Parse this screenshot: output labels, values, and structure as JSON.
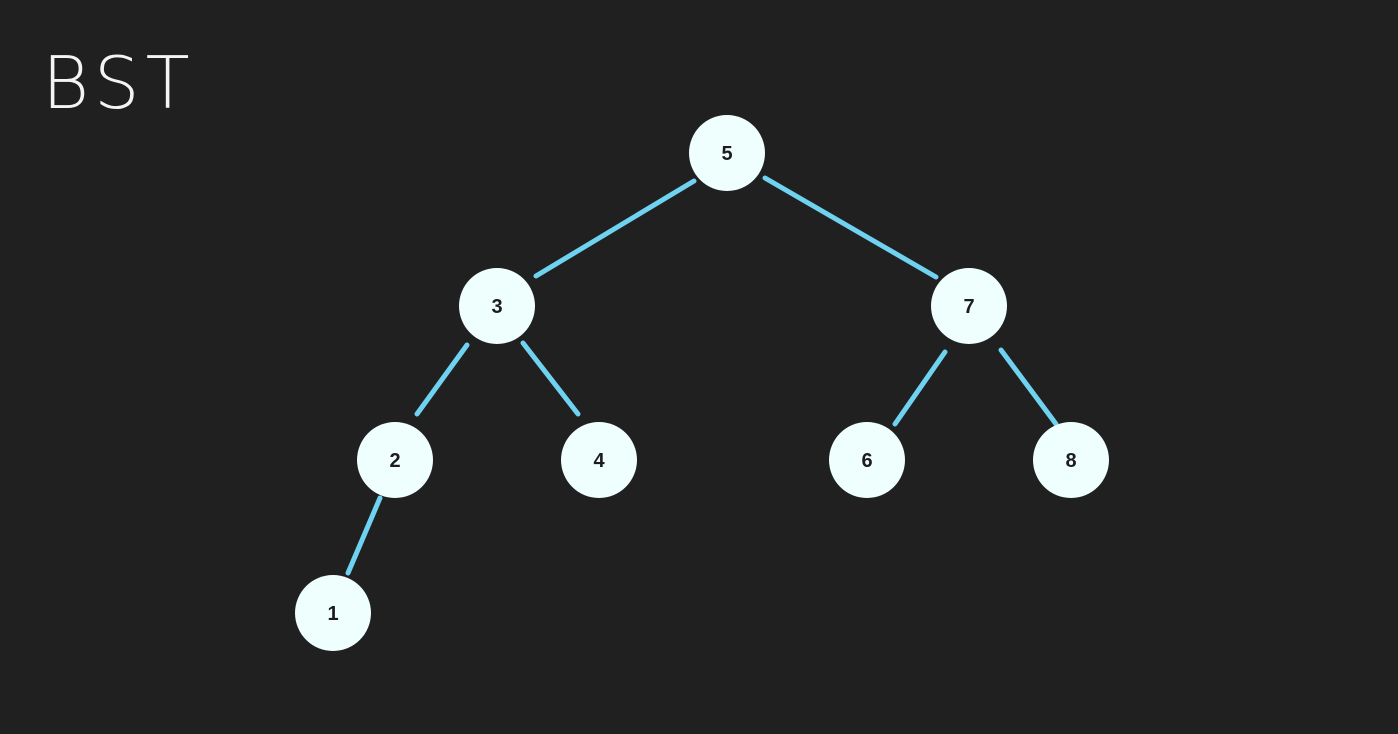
{
  "diagram": {
    "title": "BST",
    "colors": {
      "background": "#202020",
      "edge": "#6fd2f0",
      "node_fill": "#effffe",
      "node_text": "#1c1c1c",
      "title": "#f4f4f4"
    },
    "nodes": [
      {
        "id": "n5",
        "label": "5"
      },
      {
        "id": "n3",
        "label": "3"
      },
      {
        "id": "n7",
        "label": "7"
      },
      {
        "id": "n2",
        "label": "2"
      },
      {
        "id": "n4",
        "label": "4"
      },
      {
        "id": "n6",
        "label": "6"
      },
      {
        "id": "n8",
        "label": "8"
      },
      {
        "id": "n1",
        "label": "1"
      }
    ],
    "edges": [
      {
        "from": "n5",
        "to": "n3"
      },
      {
        "from": "n5",
        "to": "n7"
      },
      {
        "from": "n3",
        "to": "n2"
      },
      {
        "from": "n3",
        "to": "n4"
      },
      {
        "from": "n7",
        "to": "n6"
      },
      {
        "from": "n7",
        "to": "n8"
      },
      {
        "from": "n2",
        "to": "n1"
      }
    ]
  }
}
